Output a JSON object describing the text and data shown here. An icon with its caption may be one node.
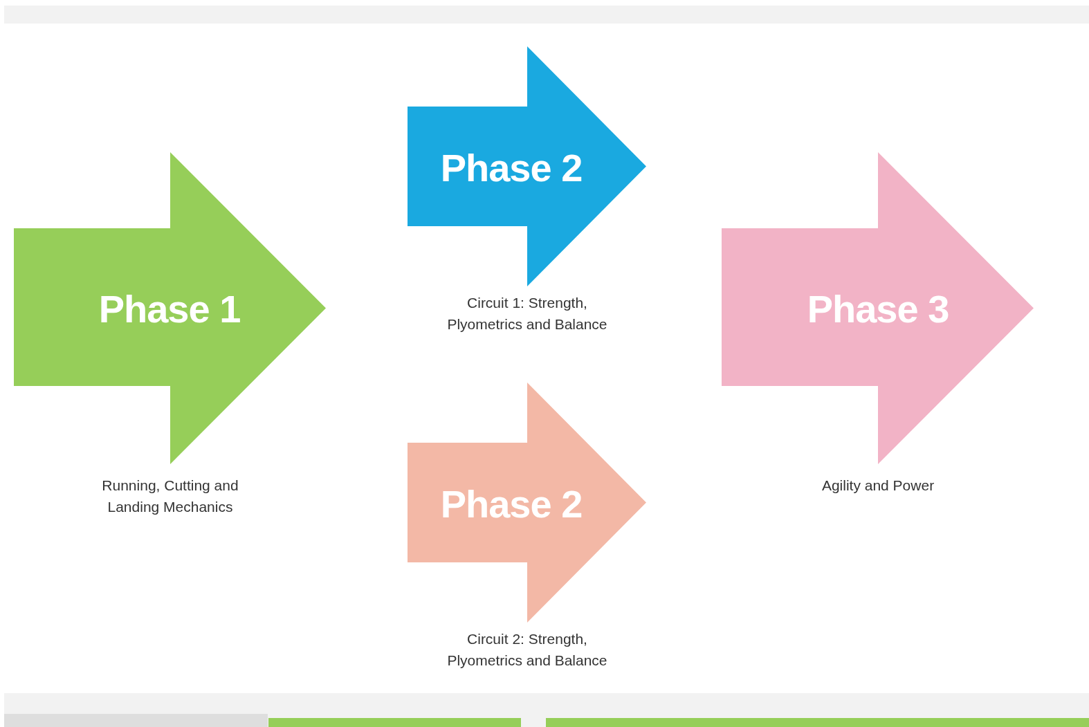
{
  "diagram": {
    "nodes": [
      {
        "text": [
          "Phase 1"
        ],
        "beside": [
          "Running, Cutting and Landing Mechanics"
        ]
      },
      {
        "text": [
          "Phase 2"
        ],
        "beside": [
          "Circuit 1: Strength, Plyometrics and Balance"
        ]
      },
      {
        "text": [
          "Phase 2"
        ],
        "beside": [
          "Circuit 2: Strength, Plyometrics and Balance"
        ]
      },
      {
        "text": [
          "Phase 3"
        ],
        "beside": [
          "Agility and Power"
        ]
      }
    ]
  }
}
